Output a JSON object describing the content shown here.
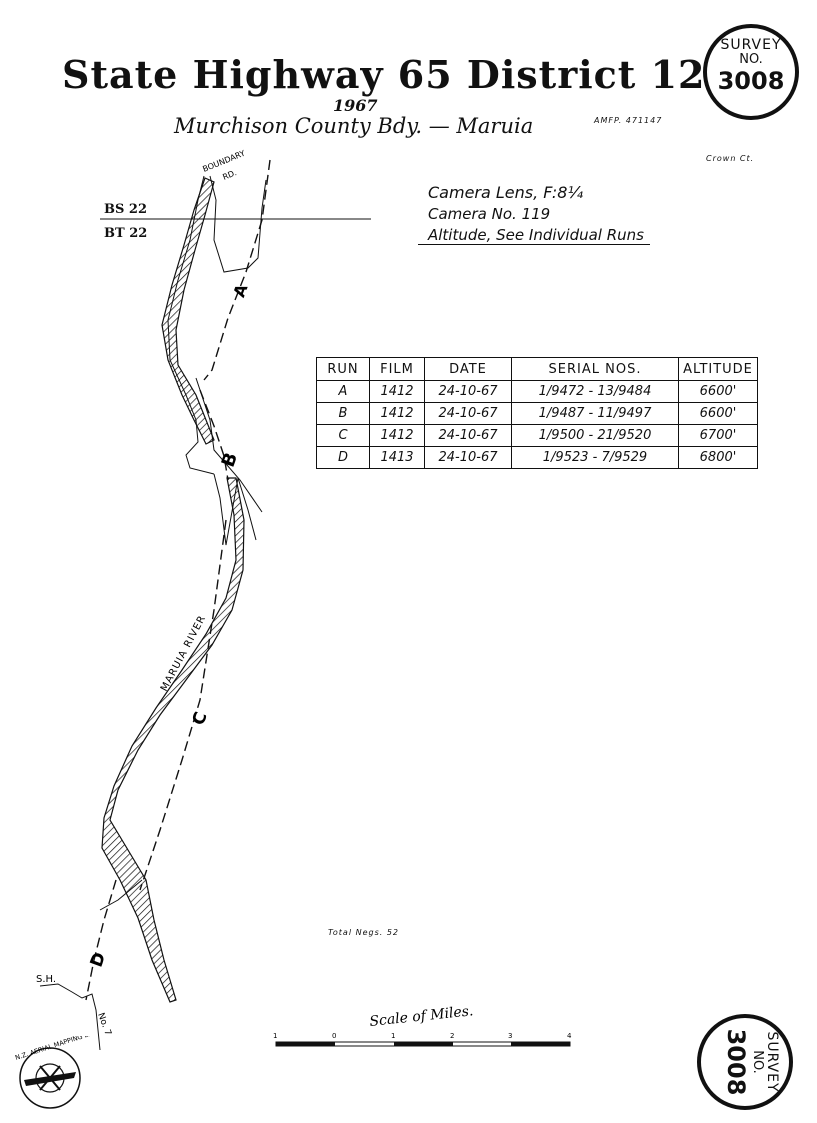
{
  "header": {
    "title": "State Highway 65  District 12",
    "year": "1967",
    "subtitle": "Murchison County Bdy. — Maruia",
    "ref_code": "AMFP. 471147",
    "crown_note": "Crown Ct."
  },
  "stamp": {
    "line1": "SURVEY",
    "line2": "NO.",
    "number": "3008"
  },
  "camera": {
    "lens": "Camera Lens, F:8¼",
    "camera_no": "Camera No. 119",
    "altitude": "Altitude, See Individual Runs"
  },
  "sheet_boundary": {
    "upper": "BS 22",
    "lower": "BT 22"
  },
  "runs_table": {
    "columns": [
      "RUN",
      "FILM",
      "DATE",
      "SERIAL NOS.",
      "ALTITUDE"
    ],
    "rows": [
      [
        "A",
        "1412",
        "24-10-67",
        "1/9472 - 13/9484",
        "6600'"
      ],
      [
        "B",
        "1412",
        "24-10-67",
        "1/9487 - 11/9497",
        "6600'"
      ],
      [
        "C",
        "1412",
        "24-10-67",
        "1/9500 - 21/9520",
        "6700'"
      ],
      [
        "D",
        "1413",
        "24-10-67",
        "1/9523 - 7/9529",
        "6800'"
      ]
    ]
  },
  "map_labels": {
    "boundary_rd_1": "BOUNDARY",
    "boundary_rd_2": "RD.",
    "river": "MARUIA RIVER",
    "run_a": "A",
    "run_b": "B",
    "run_c": "C",
    "run_d": "D",
    "sh": "S.H.",
    "no7": "No. 7"
  },
  "total_negs": "Total Negs. 52",
  "scale": {
    "title": "Scale of Miles.",
    "ticks": [
      "1",
      "0",
      "1",
      "2",
      "3",
      "4"
    ]
  },
  "logo_text": "N.Z. AERIAL MAPPING LTD."
}
